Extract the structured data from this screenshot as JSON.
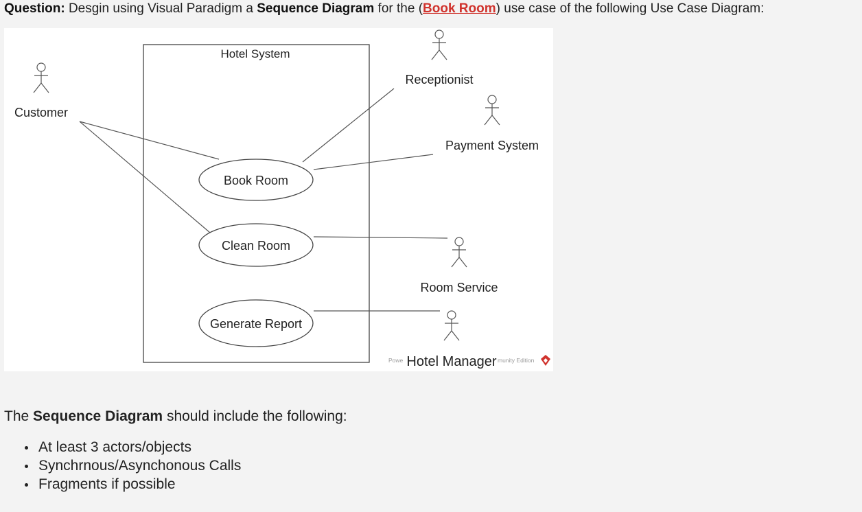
{
  "question": {
    "prefix": "Question:",
    "text1": " Desgin using Visual Paradigm a ",
    "bold1": "Sequence Diagram",
    "text2": " for the (",
    "link": "Book Room",
    "text3": ") use case of the following Use Case Diagram:"
  },
  "diagram": {
    "system_label": "Hotel System",
    "actors": {
      "customer": "Customer",
      "receptionist": "Receptionist",
      "payment_system": "Payment System",
      "room_service": "Room Service",
      "hotel_manager": "Hotel Manager"
    },
    "use_cases": {
      "book_room": "Book Room",
      "clean_room": "Clean Room",
      "generate_report": "Generate Report"
    },
    "watermark_left": "Powe",
    "watermark_right": "munity Edition"
  },
  "requirements": {
    "intro_pre": "The ",
    "intro_bold": "Sequence Diagram",
    "intro_post": " should include the following:",
    "items": [
      "At least 3 actors/objects",
      "Synchrnous/Asynchonous Calls",
      "Fragments if possible"
    ]
  }
}
